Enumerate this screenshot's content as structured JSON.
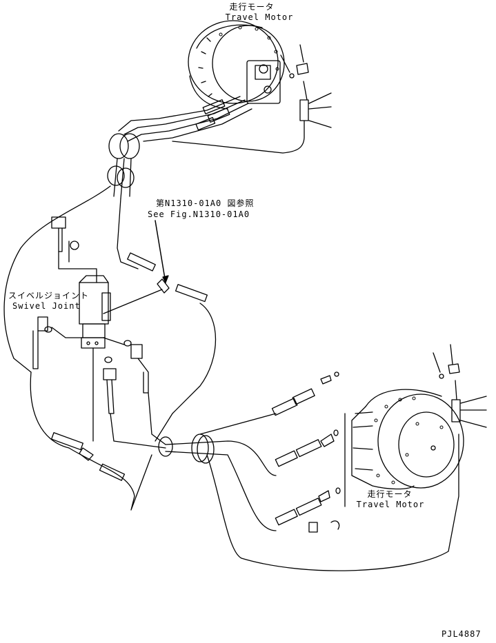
{
  "labels": {
    "top_motor_jp": "走行モータ",
    "top_motor_en": "Travel Motor",
    "fig_ref_jp": "第N1310-01A0 図参照",
    "fig_ref_en": "See Fig.N1310-01A0",
    "swivel_jp": "スイベルジョイント",
    "swivel_en": "Swivel Joint",
    "bottom_motor_jp": "走行モータ",
    "bottom_motor_en": "Travel Motor",
    "drawing_no": "PJL4887"
  }
}
